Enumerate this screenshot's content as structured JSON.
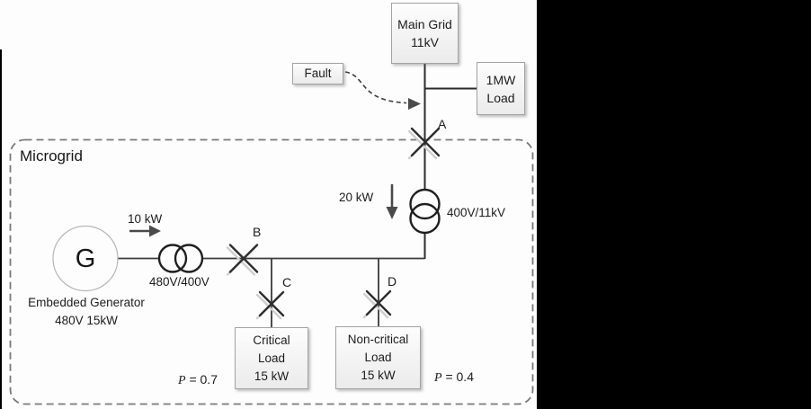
{
  "diagram": {
    "microgrid_label": "Microgrid",
    "main_grid": {
      "line1": "Main Grid",
      "line2": "11kV"
    },
    "mw_load": {
      "line1": "1MW",
      "line2": "Load"
    },
    "fault_label": "Fault",
    "switches": {
      "a": "A",
      "b": "B",
      "c": "C",
      "d": "D"
    },
    "flows": {
      "grid_import": "20 kW",
      "gen_output": "10 kW"
    },
    "transformers": {
      "grid_tx": "400V/11kV",
      "gen_tx": "480V/400V"
    },
    "generator": {
      "symbol": "G",
      "caption_line1": "Embedded Generator",
      "caption_line2": "480V 15kW"
    },
    "critical_load": {
      "line1": "Critical",
      "line2": "Load",
      "line3": "15 kW",
      "p_var": "P",
      "p_value": " = 0.7"
    },
    "noncritical_load": {
      "line1": "Non-critical",
      "line2": "Load",
      "line3": "15 kW",
      "p_var": "P",
      "p_value": " = 0.4"
    },
    "colors": {
      "background": "#fdfdfd",
      "right_void": "#000000",
      "wire": "#3a3a3a",
      "dashed_boundary": "#7a7a7a",
      "box_border": "#a3a3a3",
      "box_fill_top": "#fdfdfd",
      "box_fill_bottom": "#ebebeb"
    }
  }
}
